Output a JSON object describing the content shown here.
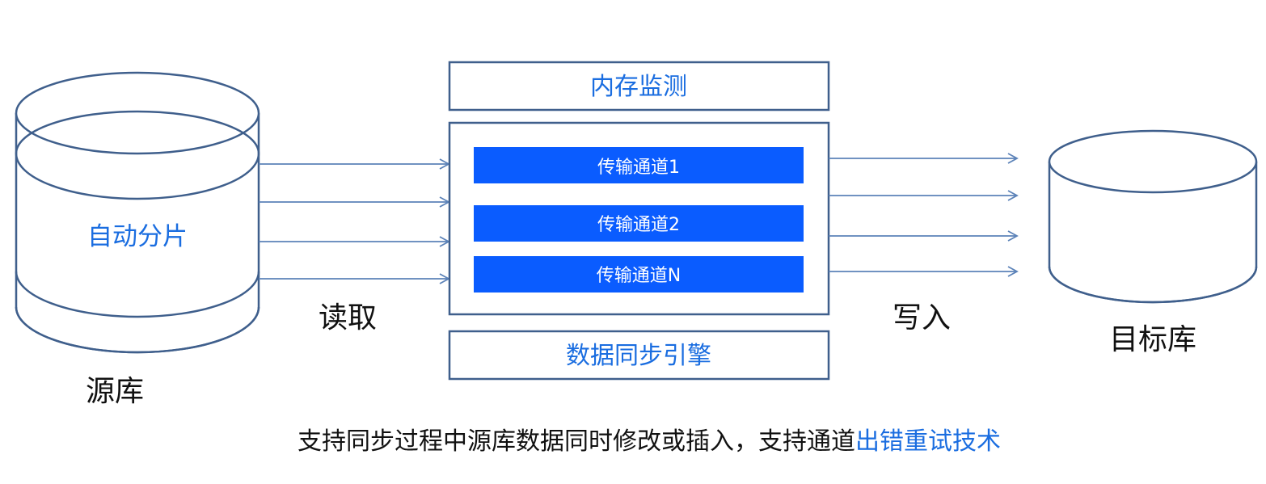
{
  "source_db": {
    "label": "源库",
    "inner_label": "自动分片"
  },
  "target_db": {
    "label": "目标库"
  },
  "read_label": "读取",
  "write_label": "写入",
  "engine": {
    "memory_monitor": "内存监测",
    "name": "数据同步引擎",
    "channels": [
      {
        "label": "传输通道1"
      },
      {
        "label": "传输通道2"
      },
      {
        "label": "传输通道N"
      }
    ]
  },
  "footer": {
    "text_main": "支持同步过程中源库数据同时修改或插入，支持通道",
    "text_highlight": "出错重试技术"
  },
  "colors": {
    "accent_text": "#1a6de0",
    "channel_fill": "#0a5cff",
    "outline": "#3f5f8c",
    "arrow": "#5b82b8"
  }
}
